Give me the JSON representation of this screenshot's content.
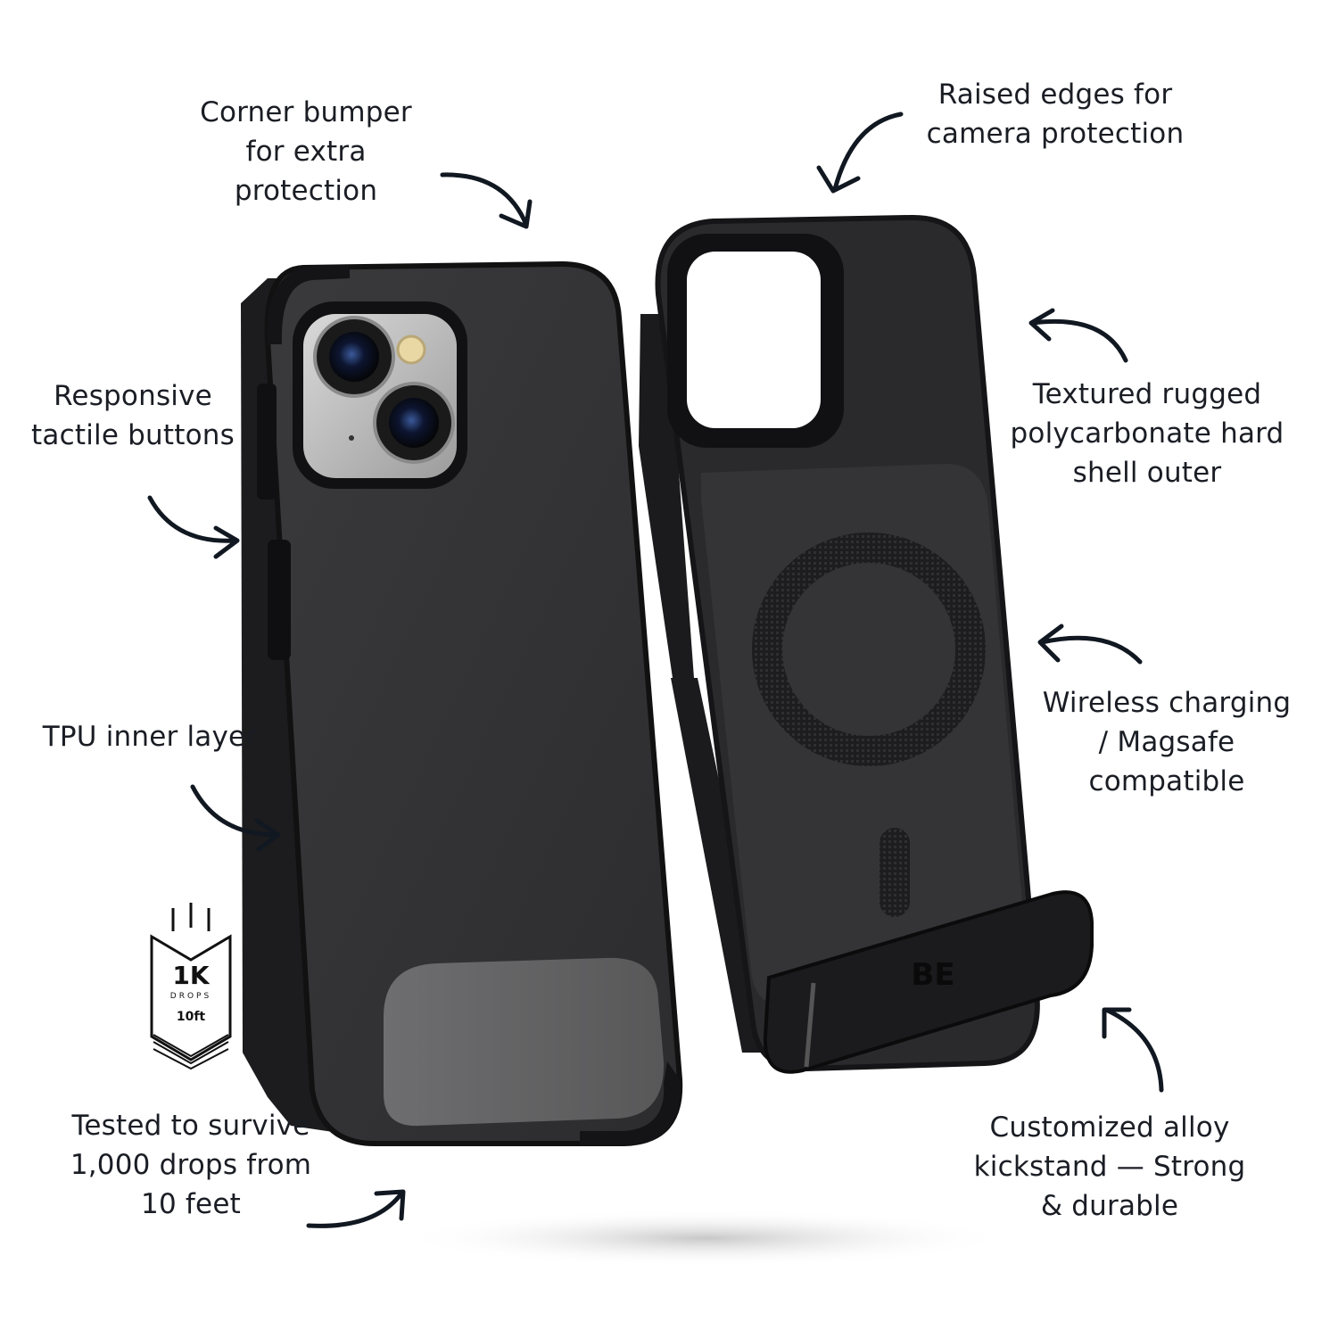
{
  "callouts": {
    "corner_bumper": [
      "Corner bumper",
      "for extra",
      "protection"
    ],
    "raised_edges": [
      "Raised edges for",
      "camera protection"
    ],
    "tactile_buttons": [
      "Responsive",
      "tactile buttons"
    ],
    "textured_shell": [
      "Textured rugged",
      "polycarbonate hard",
      "shell outer"
    ],
    "tpu_layer": [
      "TPU inner layer"
    ],
    "wireless_charging": [
      "Wireless charging",
      "/ Magsafe",
      "compatible"
    ],
    "drop_test": [
      "Tested to survive",
      "1,000 drops from",
      "10 feet"
    ],
    "kickstand": [
      "Customized alloy",
      "kickstand — Strong",
      "& durable"
    ]
  },
  "badge": {
    "big": "1K",
    "small": "DROPS",
    "height": "10ft"
  },
  "brand_logo": "BE",
  "colors": {
    "text": "#1a1d24",
    "case": "#2b2b2d",
    "background": "#ffffff"
  }
}
